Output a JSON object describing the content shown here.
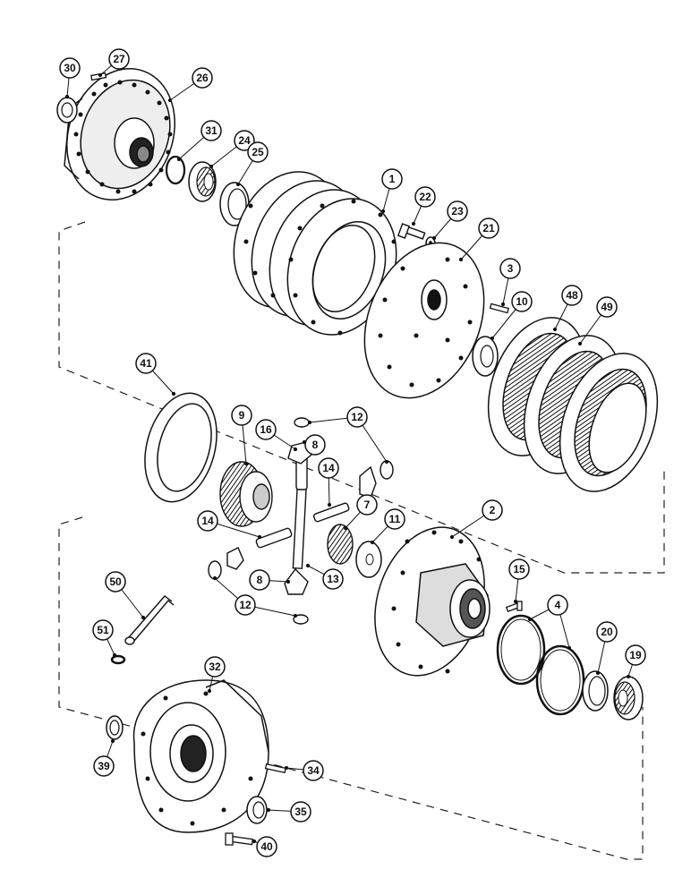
{
  "diagram": {
    "type": "exploded-parts-view",
    "callouts": [
      {
        "id": "c30",
        "label": "30"
      },
      {
        "id": "c27",
        "label": "27"
      },
      {
        "id": "c26",
        "label": "26"
      },
      {
        "id": "c31",
        "label": "31"
      },
      {
        "id": "c24",
        "label": "24"
      },
      {
        "id": "c25",
        "label": "25"
      },
      {
        "id": "c1",
        "label": "1"
      },
      {
        "id": "c22",
        "label": "22"
      },
      {
        "id": "c23",
        "label": "23"
      },
      {
        "id": "c21",
        "label": "21"
      },
      {
        "id": "c3",
        "label": "3"
      },
      {
        "id": "c10",
        "label": "10"
      },
      {
        "id": "c48",
        "label": "48"
      },
      {
        "id": "c49",
        "label": "49"
      },
      {
        "id": "c41",
        "label": "41"
      },
      {
        "id": "c9",
        "label": "9"
      },
      {
        "id": "c16",
        "label": "16"
      },
      {
        "id": "c8a",
        "label": "8"
      },
      {
        "id": "c12a",
        "label": "12"
      },
      {
        "id": "c14a",
        "label": "14"
      },
      {
        "id": "c7",
        "label": "7"
      },
      {
        "id": "c14b",
        "label": "14"
      },
      {
        "id": "c11",
        "label": "11"
      },
      {
        "id": "c2",
        "label": "2"
      },
      {
        "id": "c8b",
        "label": "8"
      },
      {
        "id": "c13",
        "label": "13"
      },
      {
        "id": "c12b",
        "label": "12"
      },
      {
        "id": "c15",
        "label": "15"
      },
      {
        "id": "c4",
        "label": "4"
      },
      {
        "id": "c50",
        "label": "50"
      },
      {
        "id": "c51",
        "label": "51"
      },
      {
        "id": "c32",
        "label": "32"
      },
      {
        "id": "c20",
        "label": "20"
      },
      {
        "id": "c19",
        "label": "19"
      },
      {
        "id": "c39",
        "label": "39"
      },
      {
        "id": "c34",
        "label": "34"
      },
      {
        "id": "c35",
        "label": "35"
      },
      {
        "id": "c40",
        "label": "40"
      }
    ],
    "colors": {
      "ink": "#111111",
      "paper": "#ffffff",
      "shade": "#555555"
    }
  }
}
